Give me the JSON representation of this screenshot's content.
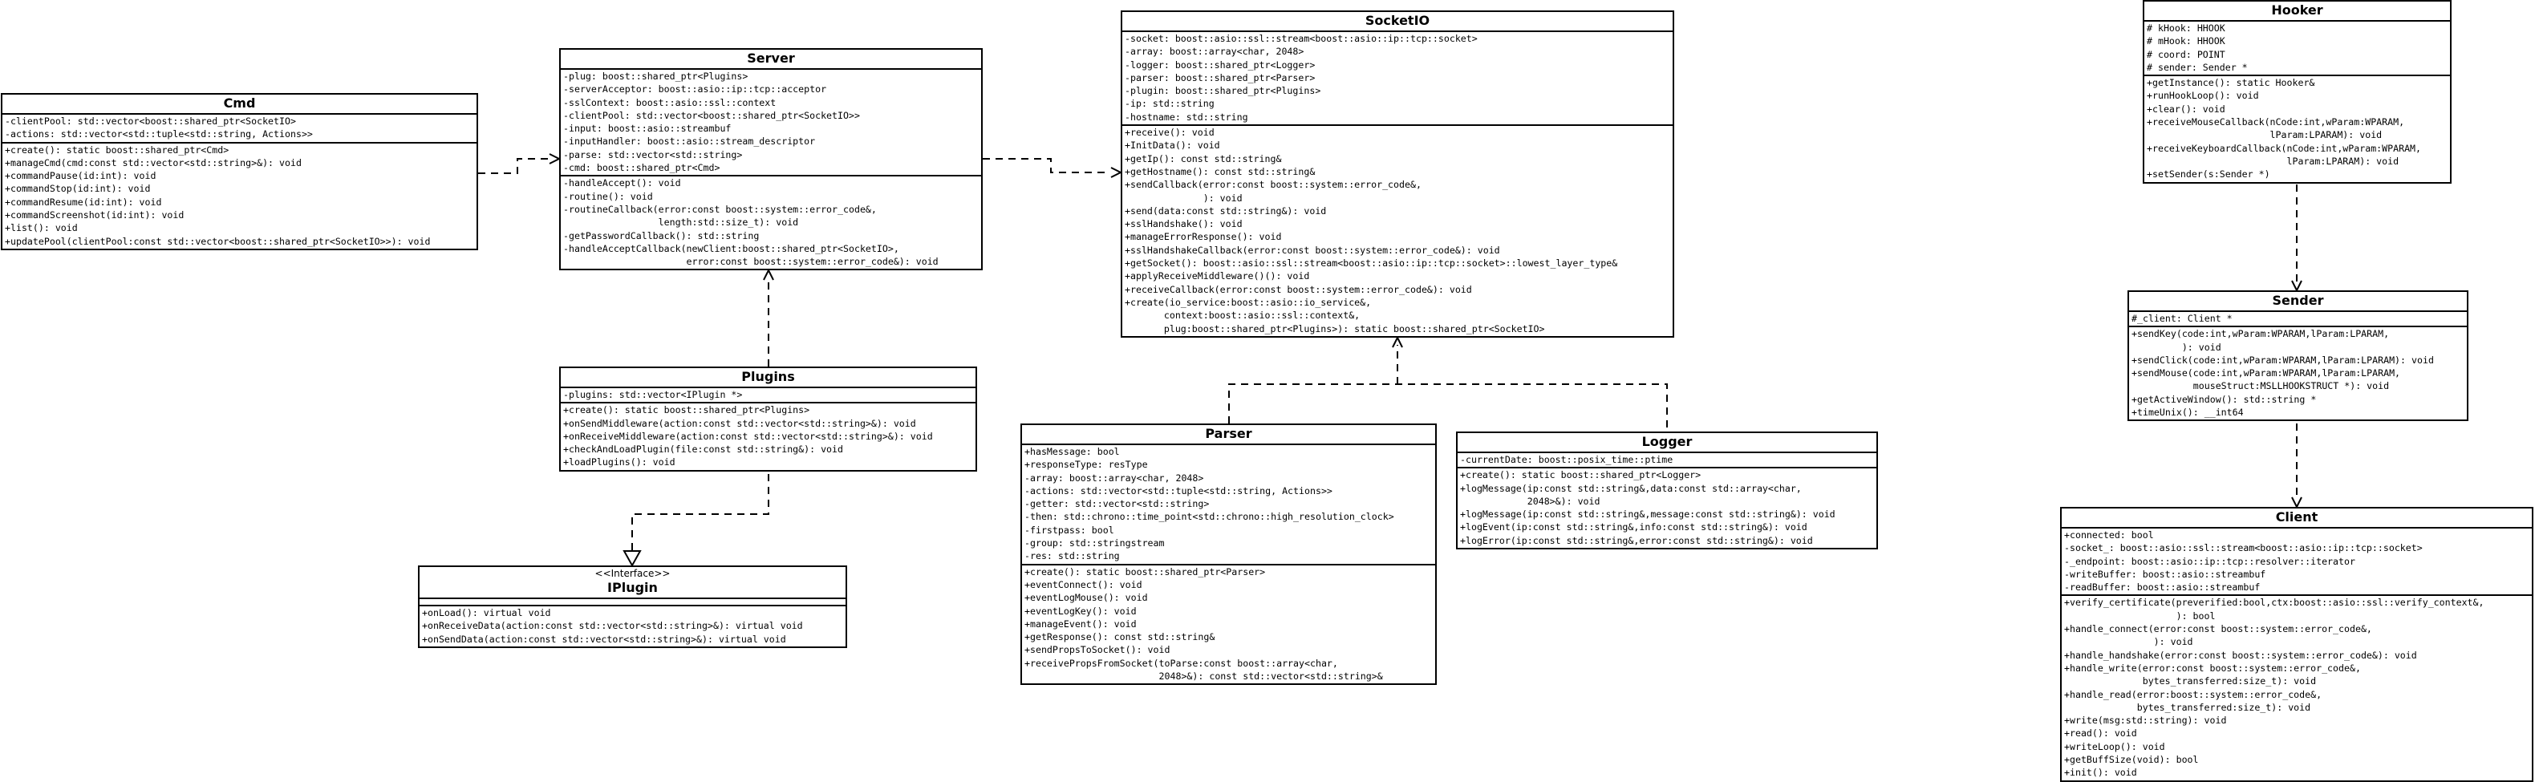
{
  "diagram": {
    "classes": {
      "cmd": {
        "name": "Cmd",
        "attributes": [
          "-clientPool: std::vector<boost::shared_ptr<SocketIO>",
          "-actions: std::vector<std::tuple<std::string, Actions>>"
        ],
        "methods": [
          "+create(): static boost::shared_ptr<Cmd>",
          "+manageCmd(cmd:const std::vector<std::string>&): void",
          "+commandPause(id:int): void",
          "+commandStop(id:int): void",
          "+commandResume(id:int): void",
          "+commandScreenshot(id:int): void",
          "+list(): void",
          "+updatePool(clientPool:const std::vector<boost::shared_ptr<SocketIO>>): void"
        ]
      },
      "server": {
        "name": "Server",
        "attributes": [
          "-plug: boost::shared_ptr<Plugins>",
          "-serverAcceptor: boost::asio::ip::tcp::acceptor",
          "-sslContext: boost::asio::ssl::context",
          "-clientPool: std::vector<boost::shared_ptr<SocketIO>>",
          "-input: boost::asio::streambuf",
          "-inputHandler: boost::asio::stream_descriptor",
          "-parse: std::vector<std::string>",
          "-cmd: boost::shared_ptr<Cmd>"
        ],
        "methods": [
          "-handleAccept(): void",
          "-routine(): void",
          "-routineCallback(error:const boost::system::error_code&,",
          "                 length:std::size_t): void",
          "-getPasswordCallback(): std::string",
          "-handleAcceptCallback(newClient:boost::shared_ptr<SocketIO>,",
          "                      error:const boost::system::error_code&): void"
        ]
      },
      "socketio": {
        "name": "SocketIO",
        "attributes": [
          "-socket: boost::asio::ssl::stream<boost::asio::ip::tcp::socket>",
          "-array: boost::array<char, 2048>",
          "-logger: boost::shared_ptr<Logger>",
          "-parser: boost::shared_ptr<Parser>",
          "-plugin: boost::shared_ptr<Plugins>",
          "-ip: std::string",
          "-hostname: std::string"
        ],
        "methods": [
          "+receive(): void",
          "+InitData(): void",
          "+getIp(): const std::string&",
          "+getHostname(): const std::string&",
          "+sendCallback(error:const boost::system::error_code&,",
          "              ): void",
          "+send(data:const std::string&): void",
          "+sslHandshake(): void",
          "+manageErrorResponse(): void",
          "+sslHandshakeCallback(error:const boost::system::error_code&): void",
          "+getSocket(): boost::asio::ssl::stream<boost::asio::ip::tcp::socket>::lowest_layer_type&",
          "+applyReceiveMiddleware()(): void",
          "+receiveCallback(error:const boost::system::error_code&): void",
          "+create(io_service:boost::asio::io_service&,",
          "       context:boost::asio::ssl::context&,",
          "       plug:boost::shared_ptr<Plugins>): static boost::shared_ptr<SocketIO>"
        ]
      },
      "hooker": {
        "name": "Hooker",
        "attributes": [
          "# kHook: HHOOK",
          "# mHook: HHOOK",
          "# coord: POINT",
          "# sender: Sender *"
        ],
        "methods": [
          "+getInstance(): static Hooker&",
          "+runHookLoop(): void",
          "+clear(): void",
          "+receiveMouseCallback(nCode:int,wParam:WPARAM,",
          "                      lParam:LPARAM): void",
          "+receiveKeyboardCallback(nCode:int,wParam:WPARAM,",
          "                         lParam:LPARAM): void",
          "+setSender(s:Sender *)"
        ]
      },
      "sender": {
        "name": "Sender",
        "attributes": [
          "#_client: Client *"
        ],
        "methods": [
          "+sendKey(code:int,wParam:WPARAM,lParam:LPARAM,",
          "         ): void",
          "+sendClick(code:int,wParam:WPARAM,lParam:LPARAM): void",
          "+sendMouse(code:int,wParam:WPARAM,lParam:LPARAM,",
          "           mouseStruct:MSLLHOOKSTRUCT *): void",
          "+getActiveWindow(): std::string *",
          "+timeUnix(): __int64"
        ]
      },
      "plugins": {
        "name": "Plugins",
        "attributes": [
          "-plugins: std::vector<IPlugin *>"
        ],
        "methods": [
          "+create(): static boost::shared_ptr<Plugins>",
          "+onSendMiddleware(action:const std::vector<std::string>&): void",
          "+onReceiveMiddleware(action:const std::vector<std::string>&): void",
          "+checkAndLoadPlugin(file:const std::string&): void",
          "+loadPlugins(): void"
        ]
      },
      "parser": {
        "name": "Parser",
        "attributes": [
          "+hasMessage: bool",
          "+responseType: resType",
          "-array: boost::array<char, 2048>",
          "-actions: std::vector<std::tuple<std::string, Actions>>",
          "-getter: std::vector<std::string>",
          "-then: std::chrono::time_point<std::chrono::high_resolution_clock>",
          "-firstpass: bool",
          "-group: std::stringstream",
          "-res: std::string"
        ],
        "methods": [
          "+create(): static boost::shared_ptr<Parser>",
          "+eventConnect(): void",
          "+eventLogMouse(): void",
          "+eventLogKey(): void",
          "+manageEvent(): void",
          "+getResponse(): const std::string&",
          "+sendPropsToSocket(): void",
          "+receivePropsFromSocket(toParse:const boost::array<char,",
          "                        2048>&): const std::vector<std::string>&"
        ]
      },
      "logger": {
        "name": "Logger",
        "attributes": [
          "-currentDate: boost::posix_time::ptime"
        ],
        "methods": [
          "+create(): static boost::shared_ptr<Logger>",
          "+logMessage(ip:const std::string&,data:const std::array<char,",
          "            2048>&): void",
          "+logMessage(ip:const std::string&,message:const std::string&): void",
          "+logEvent(ip:const std::string&,info:const std::string&): void",
          "+logError(ip:const std::string&,error:const std::string&): void"
        ]
      },
      "iplugin": {
        "stereotype": "<<Interface>>",
        "name": "IPlugin",
        "attributes": [],
        "methods": [
          "+onLoad(): virtual void",
          "+onReceiveData(action:const std::vector<std::string>&): virtual void",
          "+onSendData(action:const std::vector<std::string>&): virtual void"
        ]
      },
      "client": {
        "name": "Client",
        "attributes": [
          "+connected: bool",
          "-socket_: boost::asio::ssl::stream<boost::asio::ip::tcp::socket>",
          "-_endpoint: boost::asio::ip::tcp::resolver::iterator",
          "-writeBuffer: boost::asio::streambuf",
          "-readBuffer: boost::asio::streambuf"
        ],
        "methods": [
          "+verify_certificate(preverified:bool,ctx:boost::asio::ssl::verify_context&,",
          "                    ): bool",
          "+handle_connect(error:const boost::system::error_code&,",
          "                ): void",
          "+handle_handshake(error:const boost::system::error_code&): void",
          "+handle_write(error:const boost::system::error_code&,",
          "              bytes_transferred:size_t): void",
          "+handle_read(error:boost::system::error_code&,",
          "             bytes_transferred:size_t): void",
          "+write(msg:std::string): void",
          "+read(): void",
          "+writeLoop(): void",
          "+getBuffSize(void): bool",
          "+init(): void"
        ]
      }
    },
    "relationships": [
      {
        "from": "Cmd",
        "to": "Server",
        "kind": "dependency"
      },
      {
        "from": "Server",
        "to": "SocketIO",
        "kind": "dependency"
      },
      {
        "from": "Plugins",
        "to": "Server",
        "kind": "dependency"
      },
      {
        "from": "Plugins",
        "to": "IPlugin",
        "kind": "realization"
      },
      {
        "from": "Parser",
        "to": "SocketIO",
        "kind": "dependency"
      },
      {
        "from": "Logger",
        "to": "SocketIO",
        "kind": "dependency"
      },
      {
        "from": "Hooker",
        "to": "Sender",
        "kind": "dependency"
      },
      {
        "from": "Sender",
        "to": "Client",
        "kind": "dependency"
      }
    ]
  }
}
